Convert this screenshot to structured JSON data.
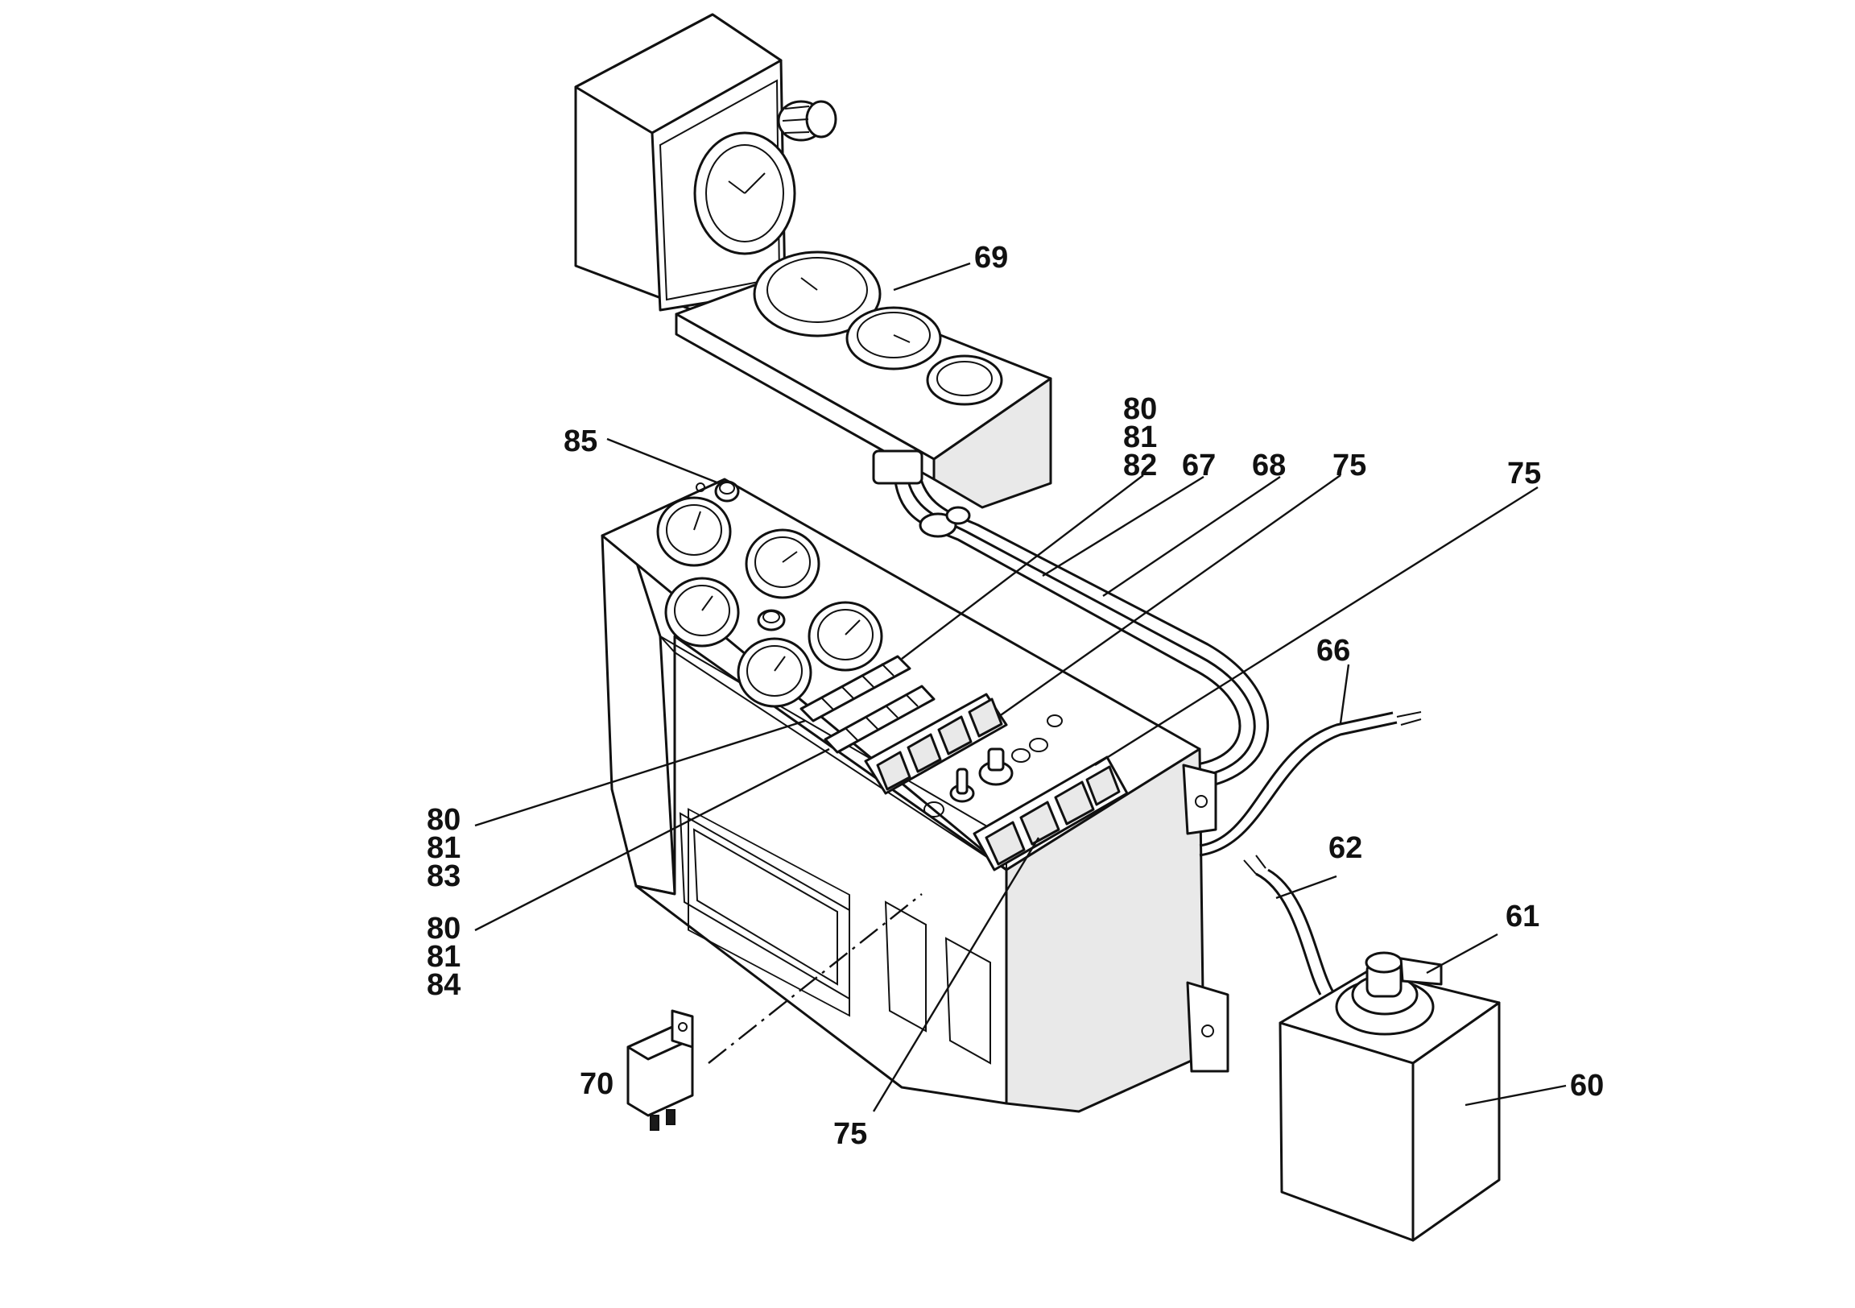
{
  "callouts": {
    "c69": "69",
    "c85": "85",
    "c80_top": "80",
    "c81_top": "81",
    "c82": "82",
    "c67": "67",
    "c68": "68",
    "c75_a": "75",
    "c75_b": "75",
    "c66": "66",
    "c62": "62",
    "c61": "61",
    "c60": "60",
    "c70": "70",
    "c75_bottom": "75",
    "c80_mid": "80",
    "c81_mid": "81",
    "c83": "83",
    "c80_low": "80",
    "c81_low": "81",
    "c84": "84"
  }
}
